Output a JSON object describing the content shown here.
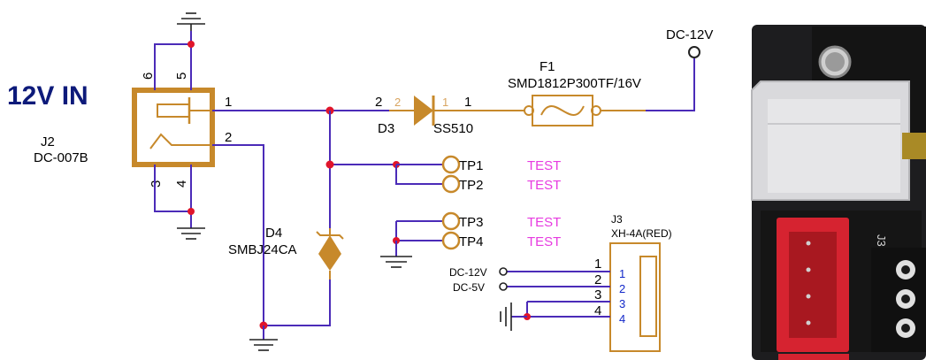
{
  "title": "12V IN",
  "connector_j2": {
    "ref": "J2",
    "part": "DC-007B",
    "pins": [
      "1",
      "2",
      "3",
      "4",
      "5",
      "6"
    ]
  },
  "diode_d3": {
    "ref": "D3",
    "part": "SS510",
    "pin_left_outer": "2",
    "pin_left_inner": "2",
    "pin_right_inner": "1",
    "pin_right_outer": "1"
  },
  "fuse_f1": {
    "ref": "F1",
    "part": "SMD1812P300TF/16V"
  },
  "tvs_d4": {
    "ref": "D4",
    "part": "SMBJ24CA"
  },
  "net_dc12_top": "DC-12V",
  "test_points": [
    {
      "ref": "TP1",
      "label": "TEST"
    },
    {
      "ref": "TP2",
      "label": "TEST"
    },
    {
      "ref": "TP3",
      "label": "TEST"
    },
    {
      "ref": "TP4",
      "label": "TEST"
    }
  ],
  "connector_j3": {
    "ref": "J3",
    "part": "XH-4A(RED)",
    "pin_numbers": [
      "1",
      "2",
      "3",
      "4"
    ],
    "inner_numbers": [
      "1",
      "2",
      "3",
      "4"
    ],
    "nets": [
      "DC-12V",
      "DC-5V"
    ]
  },
  "photo": {
    "silkscreen": "J3"
  },
  "colors": {
    "wire": "#4b2bb8",
    "component": "#c7892b",
    "junction": "#e0152b",
    "test": "#e73be0",
    "title": "#0d1a7a"
  }
}
